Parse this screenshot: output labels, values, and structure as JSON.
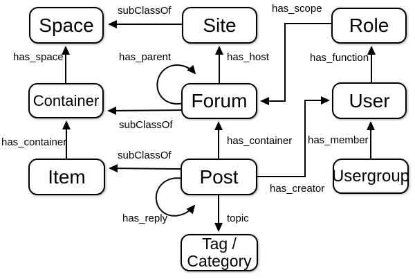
{
  "diagram": {
    "type": "ontology-class-diagram",
    "background_color": "#ffffff",
    "node_fill": "#ffffff",
    "stroke_color": "#000000",
    "text_color": "#000000",
    "nodes": {
      "space": {
        "label": "Space"
      },
      "site": {
        "label": "Site"
      },
      "role": {
        "label": "Role"
      },
      "container": {
        "label": "Container"
      },
      "forum": {
        "label": "Forum"
      },
      "user": {
        "label": "User"
      },
      "item": {
        "label": "Item"
      },
      "post": {
        "label": "Post"
      },
      "usergroup": {
        "label": "Usergroup"
      },
      "tag": {
        "label": "Tag / Category",
        "lines": [
          "Tag /",
          "Category"
        ]
      }
    },
    "edges": [
      {
        "from": "Site",
        "to": "Space",
        "label": "subClassOf"
      },
      {
        "from": "Container",
        "to": "Space",
        "label": "has_space"
      },
      {
        "from": "Forum",
        "to": "Forum",
        "label": "has_parent"
      },
      {
        "from": "Forum",
        "to": "Site",
        "label": "has_host"
      },
      {
        "from": "Role",
        "to": "Forum",
        "label": "has_scope"
      },
      {
        "from": "User",
        "to": "Role",
        "label": "has_function"
      },
      {
        "from": "Forum",
        "to": "Container",
        "label": "subClassOf"
      },
      {
        "from": "Item",
        "to": "Container",
        "label": "has_container"
      },
      {
        "from": "Post",
        "to": "Item",
        "label": "subClassOf"
      },
      {
        "from": "Post",
        "to": "Forum",
        "label": "has_container"
      },
      {
        "from": "Usergroup",
        "to": "User",
        "label": "has_member"
      },
      {
        "from": "Post",
        "to": "User",
        "label": "has_creator"
      },
      {
        "from": "Post",
        "to": "Post",
        "label": "has_reply"
      },
      {
        "from": "Post",
        "to": "Tag / Category",
        "label": "topic"
      }
    ]
  }
}
